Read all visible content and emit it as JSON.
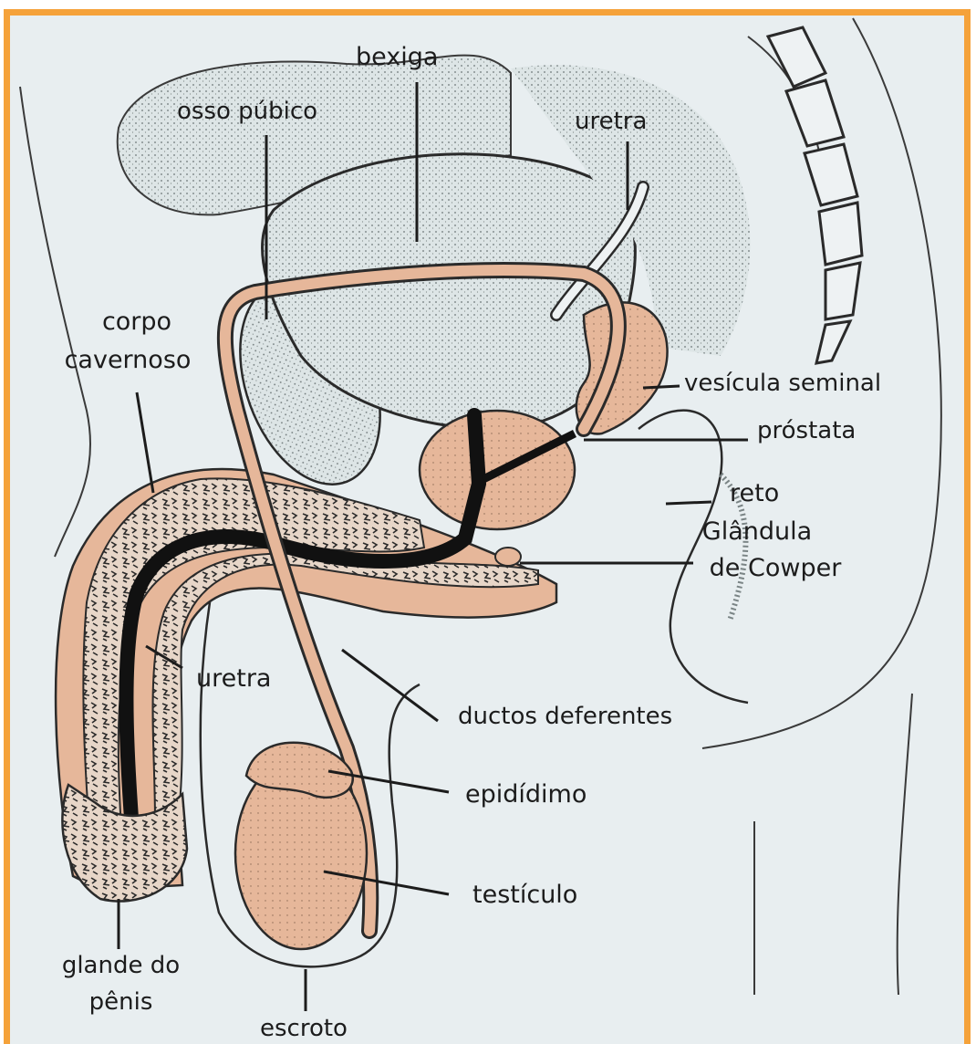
{
  "diagram": {
    "labels": {
      "bexiga": "bexiga",
      "osso_pubico": "osso púbico",
      "uretra_top": "uretra",
      "corpo_cavernoso_1": "corpo",
      "corpo_cavernoso_2": "cavernoso",
      "vesicula_seminal": "vesícula seminal",
      "prostata": "próstata",
      "reto": "reto",
      "glandula_cowper_1": "Glândula",
      "glandula_cowper_2": "de Cowper",
      "uretra_mid": "uretra",
      "ductos_deferentes": "ductos deferentes",
      "epididimo": "epidídimo",
      "testiculo": "testículo",
      "glande_1": "glande do",
      "glande_2": "pênis",
      "escroto": "escroto"
    },
    "colors": {
      "frame": "#f5a23a",
      "background": "#e8eef0",
      "tissue_tan": "#e6b79a",
      "bladder_fill": "#d9e2e3",
      "urethra": "#111111",
      "outline": "#2a2a2a"
    }
  }
}
